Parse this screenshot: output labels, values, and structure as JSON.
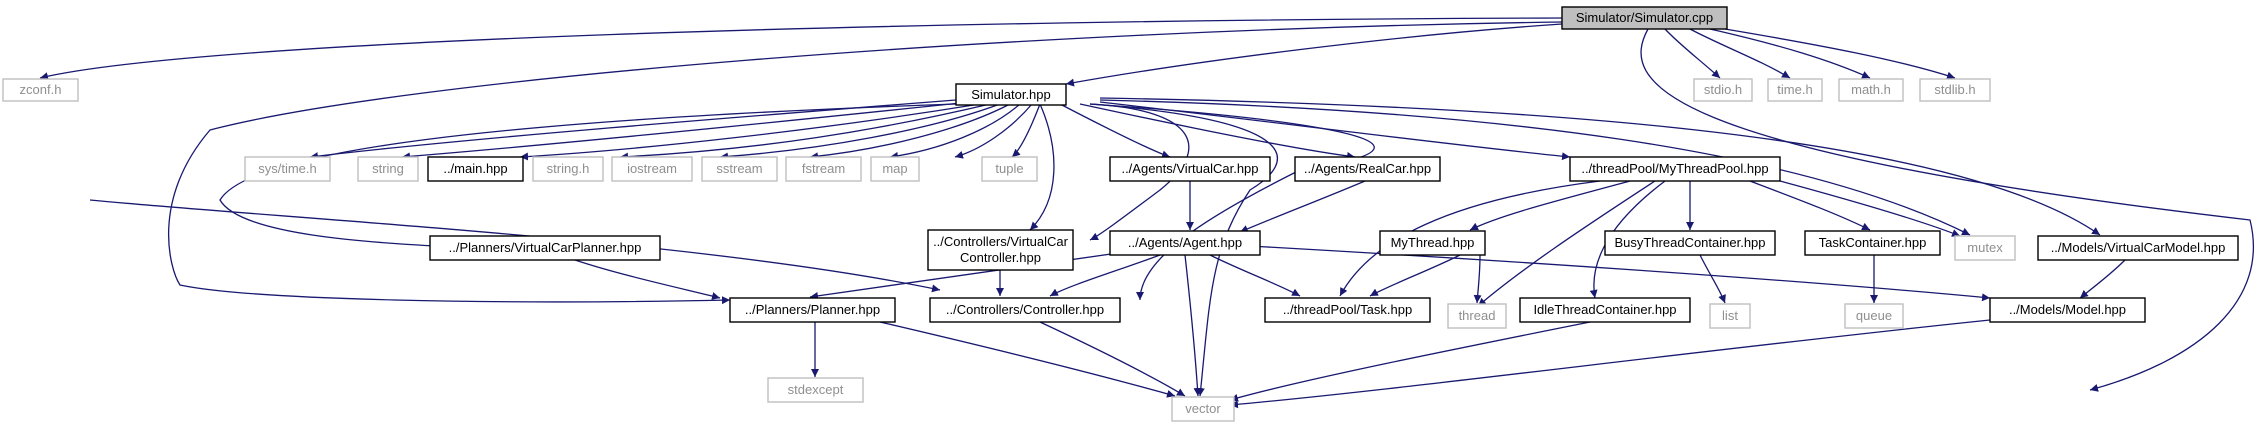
{
  "nodes": {
    "simulator_cpp": "Simulator/Simulator.cpp",
    "zconf_h": "zconf.h",
    "simulator_hpp": "Simulator.hpp",
    "stdio_h": "stdio.h",
    "time_h": "time.h",
    "math_h": "math.h",
    "stdlib_h": "stdlib.h",
    "sys_time_h": "sys/time.h",
    "string": "string",
    "main_hpp": "../main.hpp",
    "string_h": "string.h",
    "iostream": "iostream",
    "sstream": "sstream",
    "fstream": "fstream",
    "map": "map",
    "tuple": "tuple",
    "virtualcar_hpp": "../Agents/VirtualCar.hpp",
    "realcar_hpp": "../Agents/RealCar.hpp",
    "mythreadpool_hpp": "../threadPool/MyThreadPool.hpp",
    "virtualcarplanner_hpp": "../Planners/VirtualCarPlanner.hpp",
    "virtualcarcontroller_hpp_l1": "../Controllers/VirtualCar",
    "virtualcarcontroller_hpp_l2": "Controller.hpp",
    "agent_hpp": "../Agents/Agent.hpp",
    "mythread_hpp": "MyThread.hpp",
    "busythreadcontainer_hpp": "BusyThreadContainer.hpp",
    "taskcontainer_hpp": "TaskContainer.hpp",
    "mutex": "mutex",
    "virtualcarmodel_hpp": "../Models/VirtualCarModel.hpp",
    "planner_hpp": "../Planners/Planner.hpp",
    "controller_hpp": "../Controllers/Controller.hpp",
    "task_hpp": "../threadPool/Task.hpp",
    "thread": "thread",
    "idlethreadcontainer_hpp": "IdleThreadContainer.hpp",
    "list": "list",
    "queue": "queue",
    "model_hpp": "../Models/Model.hpp",
    "stdexcept": "stdexcept",
    "vector": "vector"
  },
  "colors": {
    "edge": "#191970",
    "project_border": "#000000",
    "std_border": "#bfbfbf",
    "std_text": "#8f8f8f",
    "main_fill": "#bfbfbf"
  },
  "icons": {
    "arrowhead": "arrowhead-icon"
  }
}
